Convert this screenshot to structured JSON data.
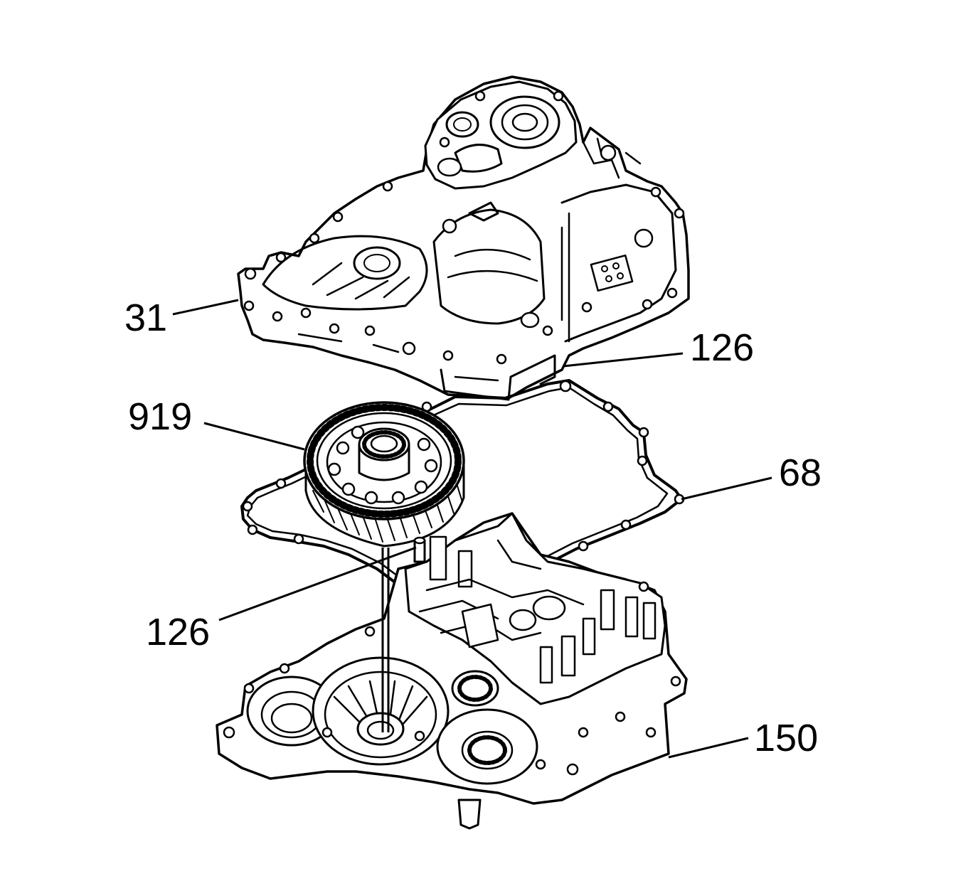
{
  "callouts": {
    "transmission_case": "31",
    "dowel_pin_upper": "126",
    "differential_gear": "919",
    "case_gasket": "68",
    "dowel_pin_lower": "126",
    "converter_housing": "150"
  }
}
